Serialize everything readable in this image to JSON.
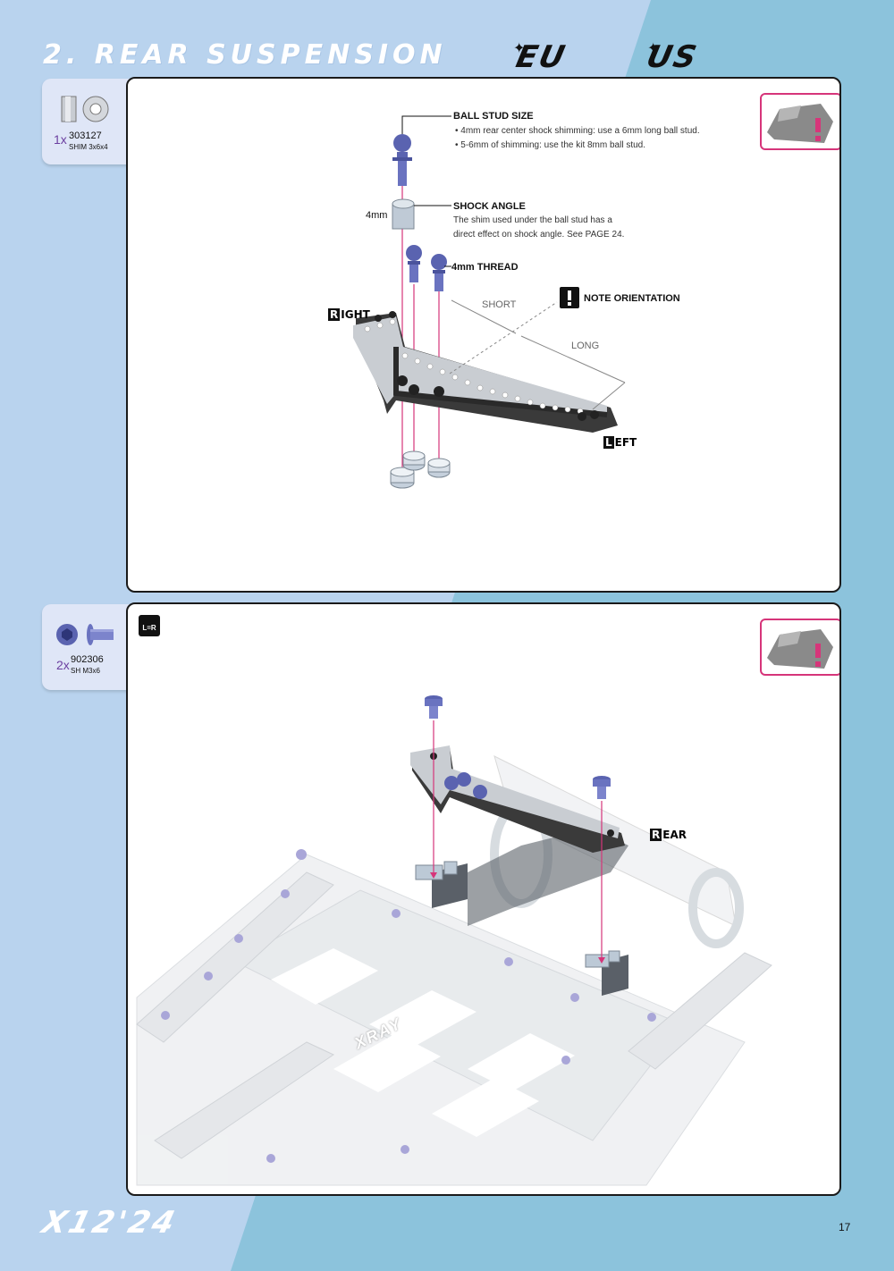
{
  "header": {
    "title": "2. REAR SUSPENSION",
    "logo_eu": "EU",
    "logo_us": "US"
  },
  "colors": {
    "bg_light": "#b9d3ee",
    "bg_dark": "#8cc3dc",
    "accent": "#d6357a",
    "magenta_guide": "#d6357a",
    "part_blue": "#5a63b0"
  },
  "step1": {
    "part": {
      "qty": "1x",
      "code": "303127",
      "name": "SHIM 3x6x4"
    },
    "ball_stud_size": {
      "title": "BALL STUD SIZE",
      "bullets": [
        "4mm rear center shock shimming: use a 6mm long ball stud.",
        "5-6mm of shimming: use the kit 8mm ball stud."
      ]
    },
    "shim_height": "4mm",
    "shock_angle": {
      "title": "SHOCK ANGLE",
      "text_1": "The shim used under the ball stud has a",
      "text_2": "direct effect on shock angle. See PAGE 24."
    },
    "thread": "4mm THREAD",
    "note": "NOTE ORIENTATION",
    "short": "SHORT",
    "long": "LONG",
    "right": "RIGHT",
    "left": "LEFT"
  },
  "step2": {
    "part": {
      "qty": "2x",
      "code": "902306",
      "name": "SH M3x6"
    },
    "lr_icon": "L=R",
    "rear": "REAR",
    "brand": "XRAY"
  },
  "footer": {
    "model": "X12'24",
    "page": "17"
  }
}
